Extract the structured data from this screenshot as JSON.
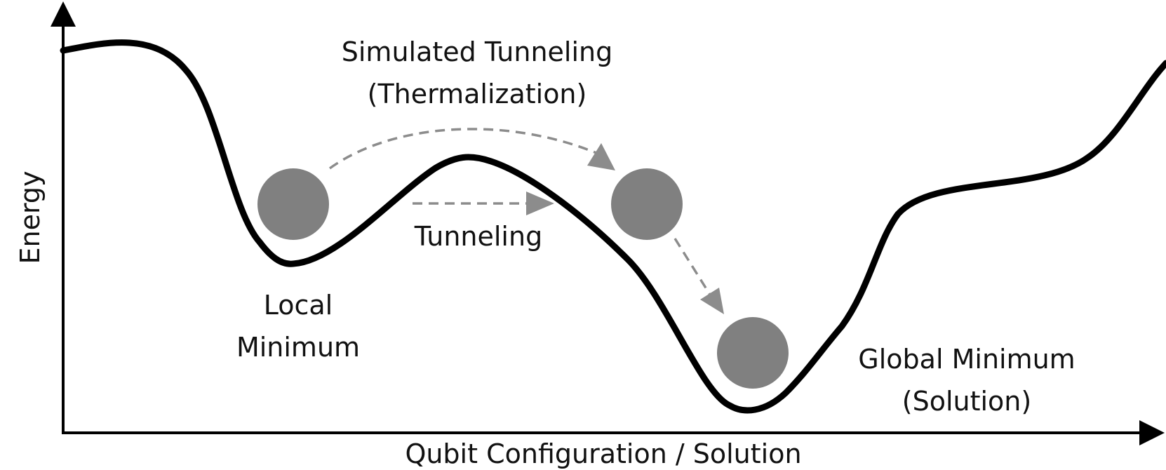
{
  "diagram": {
    "axes": {
      "y_label": "Energy",
      "x_label": "Qubit Configuration / Solution"
    },
    "labels": {
      "simulated_line1": "Simulated Tunneling",
      "simulated_line2": "(Thermalization)",
      "tunneling": "Tunneling",
      "local_line1": "Local",
      "local_line2": "Minimum",
      "global_line1": "Global Minimum",
      "global_line2": "(Solution)"
    },
    "colors": {
      "curve": "#000000",
      "ball": "#808080",
      "arrow": "#8c8c8c",
      "text": "#111111"
    }
  }
}
